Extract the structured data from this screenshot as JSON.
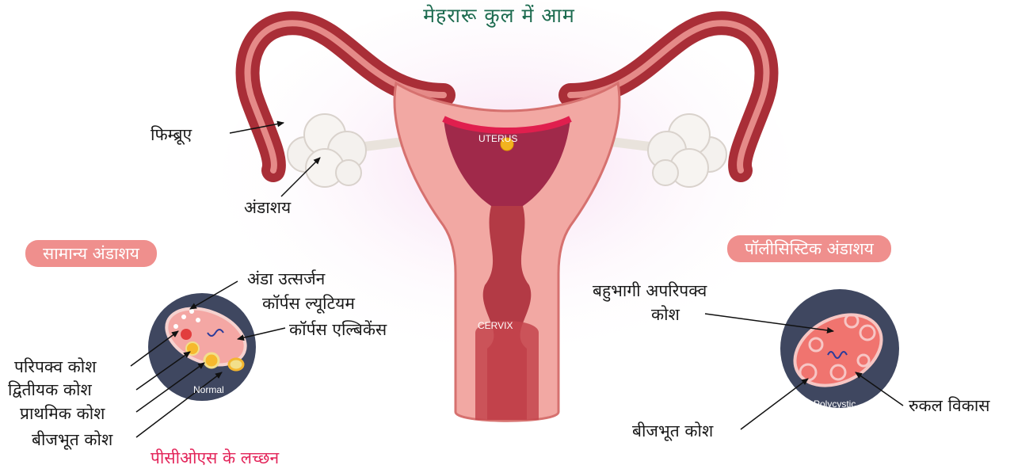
{
  "title": "मेहरारू कुल में आम",
  "uterus_tag": "UTERUS",
  "cervix_tag": "CERVIX",
  "labels": {
    "fimbriae": "फिम्ब्रूए",
    "ovary": "अंडाशय"
  },
  "normal": {
    "heading": "सामान्य अंडाशय",
    "badge": "Normal",
    "labels": {
      "egg_release": "अंडा उत्सर्जन",
      "corpus_luteum": "कॉर्पस ल्यूटियम",
      "corpus_albicans": "कॉर्पस एल्बिकेंस",
      "mature_follicle": "परिपक्व कोश",
      "secondary_follicle": "द्वितीयक कोश",
      "primary_follicle": "प्राथमिक कोश",
      "germinal_follicle": "बीजभूत कोश"
    }
  },
  "polycystic": {
    "heading": "पॉलीसिस्टिक अंडाशय",
    "badge": "Polycystic",
    "labels": {
      "immature_follicles_1": "बहुभागी अपरिपक्व",
      "immature_follicles_2": "कोश",
      "stunted_growth": "रुकल विकास",
      "germinal_follicle": "बीजभूत कोश"
    }
  },
  "pcos_symptoms": "पीसीओएस के लच्छन",
  "colors": {
    "title_green": "#1c6b4f",
    "pill": "#ef8f8d",
    "symptom_pink": "#e3255a",
    "uterus_dark": "#b8343b",
    "uterus_light": "#f3a4a0",
    "disc": "#3f4760"
  }
}
